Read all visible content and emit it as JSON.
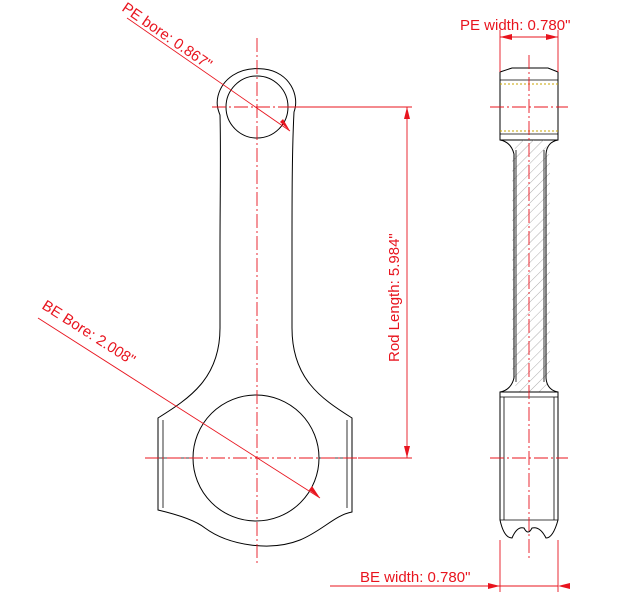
{
  "dimensions": {
    "pe_bore": "PE bore: 0.867\"",
    "be_bore": "BE Bore: 2.008\"",
    "rod_length": "Rod Length: 5.984\"",
    "pe_width": "PE width: 0.780\"",
    "be_width": "BE width: 0.780\""
  },
  "colors": {
    "dimension": "#e8141e",
    "outline": "#000000",
    "bushing": "#c9a400"
  }
}
